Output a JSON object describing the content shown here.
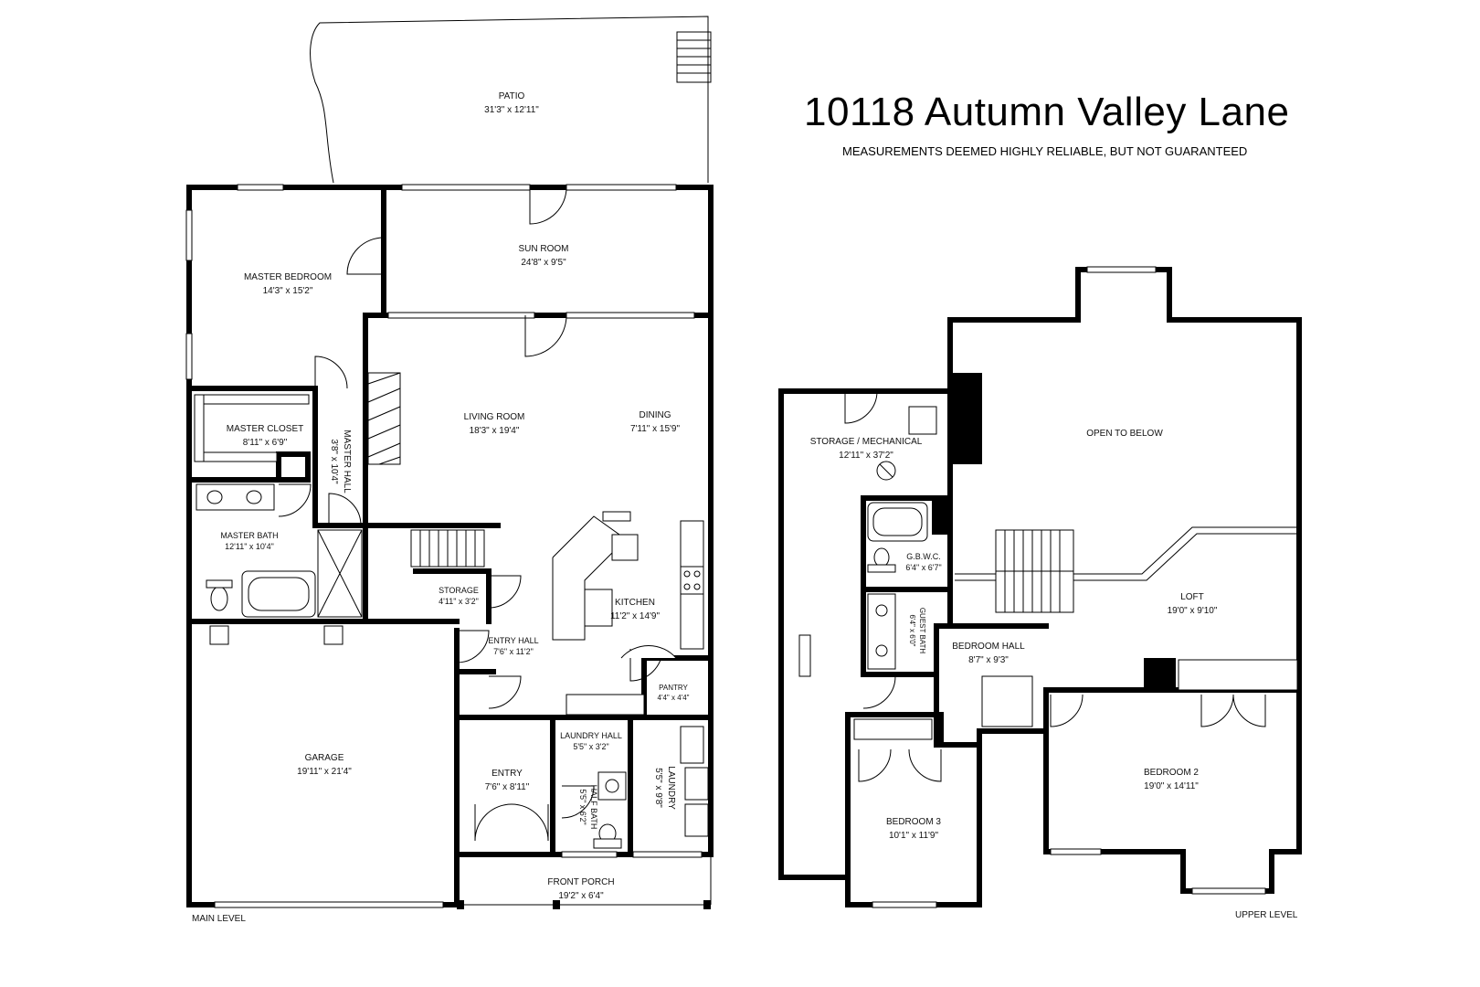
{
  "header": {
    "title": "10118 Autumn Valley Lane",
    "subtitle": "MEASUREMENTS DEEMED HIGHLY RELIABLE, BUT NOT GUARANTEED"
  },
  "main_level": {
    "label": "MAIN LEVEL",
    "rooms": {
      "patio": {
        "name": "PATIO",
        "size": "31'3\" x 12'11\""
      },
      "sun_room": {
        "name": "SUN ROOM",
        "size": "24'8\" x 9'5\""
      },
      "master_bedroom": {
        "name": "MASTER BEDROOM",
        "size": "14'3\" x 15'2\""
      },
      "master_closet": {
        "name": "MASTER CLOSET",
        "size": "8'11\" x 6'9\""
      },
      "master_hall": {
        "name": "MASTER HALL",
        "size": "3'8\" x 10'4\""
      },
      "living_room": {
        "name": "LIVING ROOM",
        "size": "18'3\" x 19'4\""
      },
      "dining": {
        "name": "DINING",
        "size": "7'11\" x 15'9\""
      },
      "master_bath": {
        "name": "MASTER BATH",
        "size": "12'11\" x 10'4\""
      },
      "storage": {
        "name": "STORAGE",
        "size": "4'11\" x 3'2\""
      },
      "kitchen": {
        "name": "KITCHEN",
        "size": "11'2\" x 14'9\""
      },
      "entry_hall": {
        "name": "ENTRY HALL",
        "size": "7'6\" x 11'2\""
      },
      "pantry": {
        "name": "PANTRY",
        "size": "4'4\" x 4'4\""
      },
      "laundry_hall": {
        "name": "LAUNDRY HALL",
        "size": "5'5\" x 3'2\""
      },
      "garage": {
        "name": "GARAGE",
        "size": "19'11\" x 21'4\""
      },
      "entry": {
        "name": "ENTRY",
        "size": "7'6\" x 8'11\""
      },
      "half_bath": {
        "name": "HALF BATH",
        "size": "5'5\" x 6'2\""
      },
      "laundry": {
        "name": "LAUNDRY",
        "size": "5'5\" x 9'8\""
      },
      "front_porch": {
        "name": "FRONT PORCH",
        "size": "19'2\" x 6'4\""
      }
    }
  },
  "upper_level": {
    "label": "UPPER LEVEL",
    "rooms": {
      "storage_mechanical": {
        "name": "STORAGE / MECHANICAL",
        "size": "12'11\" x 37'2\""
      },
      "open_to_below": {
        "name": "OPEN TO BELOW"
      },
      "gbwc": {
        "name": "G.B.W.C.",
        "size": "6'4\" x 6'7\""
      },
      "guest_bath": {
        "name": "GUEST BATH",
        "size": "6'4\" x 6'0\""
      },
      "loft": {
        "name": "LOFT",
        "size": "19'0\" x 9'10\""
      },
      "bedroom_hall": {
        "name": "BEDROOM HALL",
        "size": "8'7\" x 9'3\""
      },
      "bedroom_2": {
        "name": "BEDROOM 2",
        "size": "19'0\" x 14'11\""
      },
      "bedroom_3": {
        "name": "BEDROOM 3",
        "size": "10'1\" x 11'9\""
      }
    }
  }
}
